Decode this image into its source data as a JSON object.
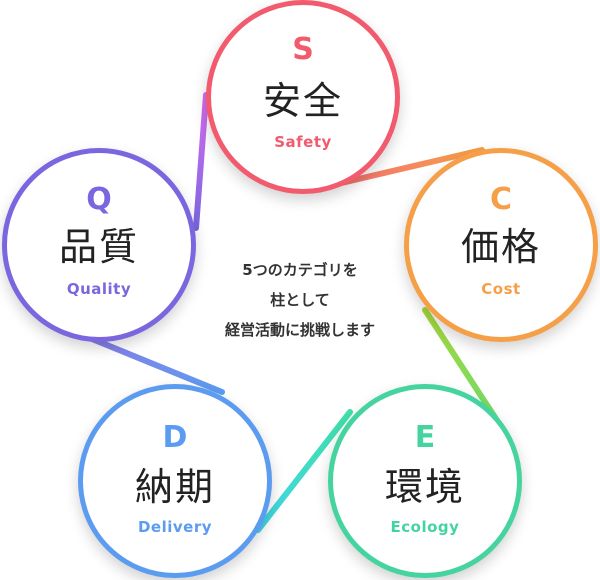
{
  "center": {
    "line1": "5つのカテゴリを",
    "line2": "柱として",
    "line3": "経営活動に挑戦します"
  },
  "nodes": {
    "safety": {
      "letter": "S",
      "kanji": "安全",
      "english": "Safety",
      "color": "#f25a6d"
    },
    "cost": {
      "letter": "C",
      "kanji": "価格",
      "english": "Cost",
      "color": "#f5a049"
    },
    "ecology": {
      "letter": "E",
      "kanji": "環境",
      "english": "Ecology",
      "color": "#45d4a0"
    },
    "delivery": {
      "letter": "D",
      "kanji": "納期",
      "english": "Delivery",
      "color": "#5b9cf0"
    },
    "quality": {
      "letter": "Q",
      "kanji": "品質",
      "english": "Quality",
      "color": "#7a67df"
    }
  }
}
